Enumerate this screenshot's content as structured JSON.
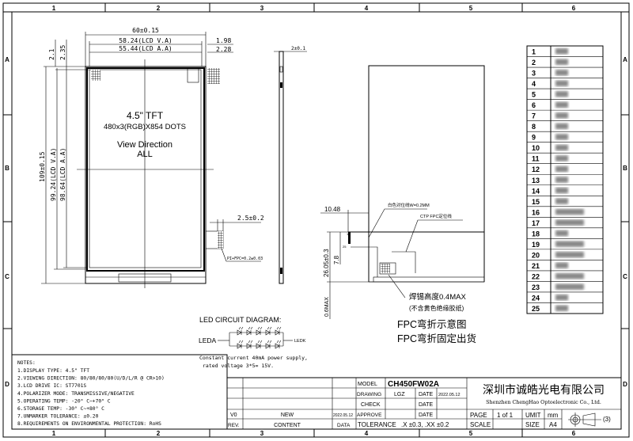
{
  "frame": {
    "columns": [
      "1",
      "2",
      "3",
      "4",
      "5",
      "6"
    ],
    "rows": [
      "A",
      "B",
      "C",
      "D"
    ]
  },
  "front_view": {
    "title": "4.5\" TFT",
    "resolution": "480x3(RGB)X854 DOTS",
    "view_direction": "View Direction",
    "view_all": "ALL",
    "dims": {
      "width": "60±0.15",
      "lcd_va_w": "58.24(LCD V.A)",
      "lcd_aa_w": "55.44(LCD A.A)",
      "right_1": "1.98",
      "right_2": "2.28",
      "top_1": "2.1",
      "top_2": "2.35",
      "height": "109±0.15",
      "lcd_va_h": "99.24(LCD V.A)",
      "lcd_aa_h": "98.64(LCD A.A)",
      "fpc_w": "2.5±0.2",
      "fpc_thk": "PI+FPC=0.2±0.03"
    }
  },
  "side_view": {
    "thickness": "2±0.1"
  },
  "fpc_view": {
    "dim_1048": "10.48",
    "dim_2605": "26.05±0.3",
    "dim_78": "7.8",
    "dim_06": "0.6MAX",
    "pin_1": "1",
    "pin_25": "25",
    "white_line": "白色对位线W=0.2MM",
    "ctp_line": "CTP FPC定位线",
    "solder": "焊锡高度0.4MAX",
    "solder_note": "(不含黄色绝缘胶纸)",
    "caption_1": "FPC弯折示意图",
    "caption_2": "FPC弯折固定出货"
  },
  "led_circuit": {
    "title": "LED CIRCUIT DIAGRAM:",
    "anode": "LEDA",
    "cathode": "LEDK",
    "note_1": "Constant current 40mA power supply,",
    "note_2": "rated voltage 3*5= 15V."
  },
  "pin_table": {
    "pins": [
      "1",
      "2",
      "3",
      "4",
      "5",
      "6",
      "7",
      "8",
      "9",
      "10",
      "11",
      "12",
      "13",
      "14",
      "15",
      "16",
      "17",
      "18",
      "19",
      "20",
      "21",
      "22",
      "23",
      "24",
      "25"
    ]
  },
  "notes": {
    "title": "NOTES:",
    "items": [
      "1.DISPLAY TYPE:  4.5\" TFT",
      "2.VIEWING DIRECTION: 80/80/80/80(U/D/L/R @ CR>10)",
      "3.LCD DRIVE IC: ST7701S",
      "4.POLARIZER MODE: TRANSMISSIVE/NEGATIVE",
      "5.OPERATING TEMP: -20° C~+70° C",
      "6.STORAGE TEMP: -30° C~+80° C",
      "7.UNMARKER TOLERANCE: ±0.20",
      "8.REQUIREMENTS ON ENVIRONMENTAL PROTECTION: RoHS"
    ]
  },
  "title_block": {
    "model_label": "MODEL",
    "model": "CH450FW02A",
    "drawing_label": "DRAWING",
    "drawing": "LGZ",
    "date_label": "DATE",
    "date": "2022.05.12",
    "check_label": "CHECK",
    "approve_label": "APPROVE",
    "rev_v0": "V0",
    "content_new": "NEW",
    "rev_date": "2022.05.12",
    "rev_label": "REV.",
    "content_label": "CONTENT",
    "data_label": "DATA",
    "tolerance_label": "TOLERANCE",
    "tolerance": ".X ±0.3, .XX ±0.2",
    "page_label": "PAGE",
    "page": "1 of 1",
    "unit_label": "UMIT",
    "unit": "mm",
    "scale_label": "SCALE",
    "size_label": "SIZE",
    "size": "A4",
    "projection": "(3)",
    "company_cn": "深圳市诚皓光电有限公司",
    "company_en": "Shenzhen ChengHao Optoelectronic Co., Ltd."
  }
}
